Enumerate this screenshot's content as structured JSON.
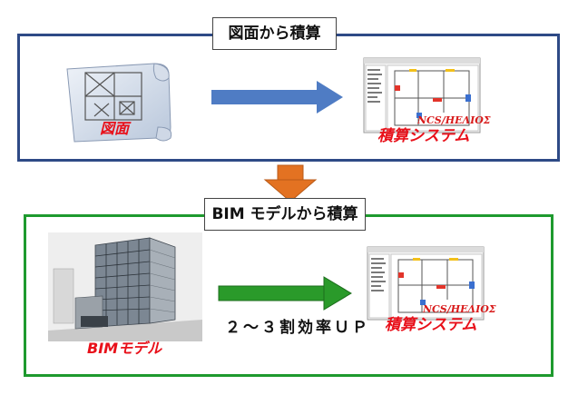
{
  "top_section": {
    "title": "図面から積算",
    "source_label": "図面",
    "target_label": "積算システム",
    "brand": "NCS/HEΛIOΣ"
  },
  "bottom_section": {
    "title": "BIM モデルから積算",
    "source_label": "BIMモデル",
    "target_label": "積算システム",
    "brand": "NCS/HEΛIOΣ",
    "improvement": "２～３割効率ＵＰ"
  },
  "colors": {
    "top_border": "#2e4a86",
    "bottom_border": "#1e9a2e",
    "top_arrow": "#4f7cc4",
    "mid_arrow": "#e37222",
    "bottom_arrow": "#2a9a2a",
    "label_red": "#e8101a"
  }
}
